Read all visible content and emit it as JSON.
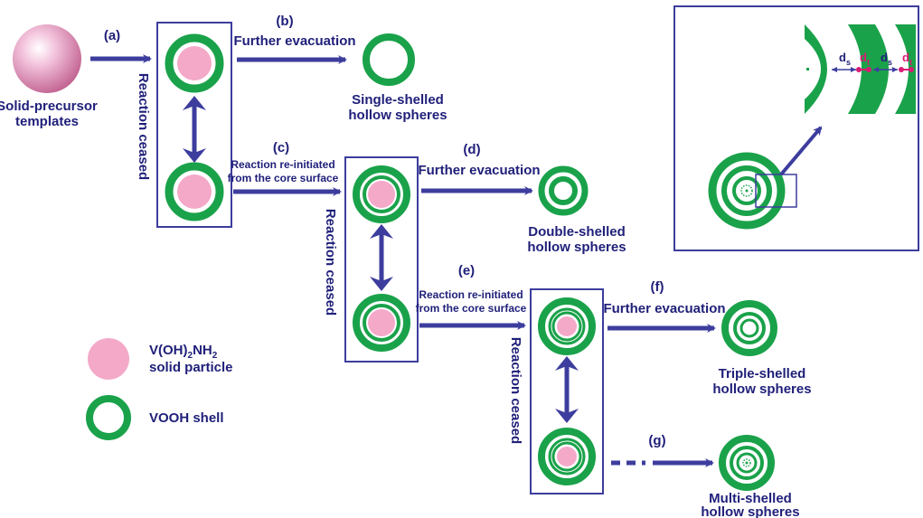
{
  "colors": {
    "shell": "#1aa24a",
    "particle": "#f4a9c9",
    "arrow": "#3d3d9e",
    "text": "#3d3d9e",
    "magenta": "#d81b73",
    "box": "#3d3d9e"
  },
  "steps": {
    "a": "(a)",
    "b": "(b)",
    "c": "(c)",
    "d": "(d)",
    "e": "(e)",
    "f": "(f)",
    "g": "(g)"
  },
  "labels": {
    "solid_precursor_1": "Solid-precursor",
    "solid_precursor_2": "templates",
    "further_evacuation": "Further evacuation",
    "reaction_ceased": "Reaction ceased",
    "reinitiated_1": "Reaction re-initiated",
    "reinitiated_2": "from the core surface",
    "single_1": "Single-shelled",
    "single_2": "hollow spheres",
    "double_1": "Double-shelled",
    "double_2": "hollow spheres",
    "triple_1": "Triple-shelled",
    "triple_2": "hollow spheres",
    "multi_1": "Multi-shelled",
    "multi_2": "hollow spheres"
  },
  "legend": {
    "particle_formula_main": "V(OH)",
    "particle_formula_sub1": "2",
    "particle_formula_mid": "NH",
    "particle_formula_sub2": "2",
    "particle_desc": "solid particle",
    "shell_label": "VOOH shell"
  },
  "inset": {
    "ds": "d",
    "ds_sub": "s",
    "dt": "d",
    "dt_sub": "t"
  }
}
